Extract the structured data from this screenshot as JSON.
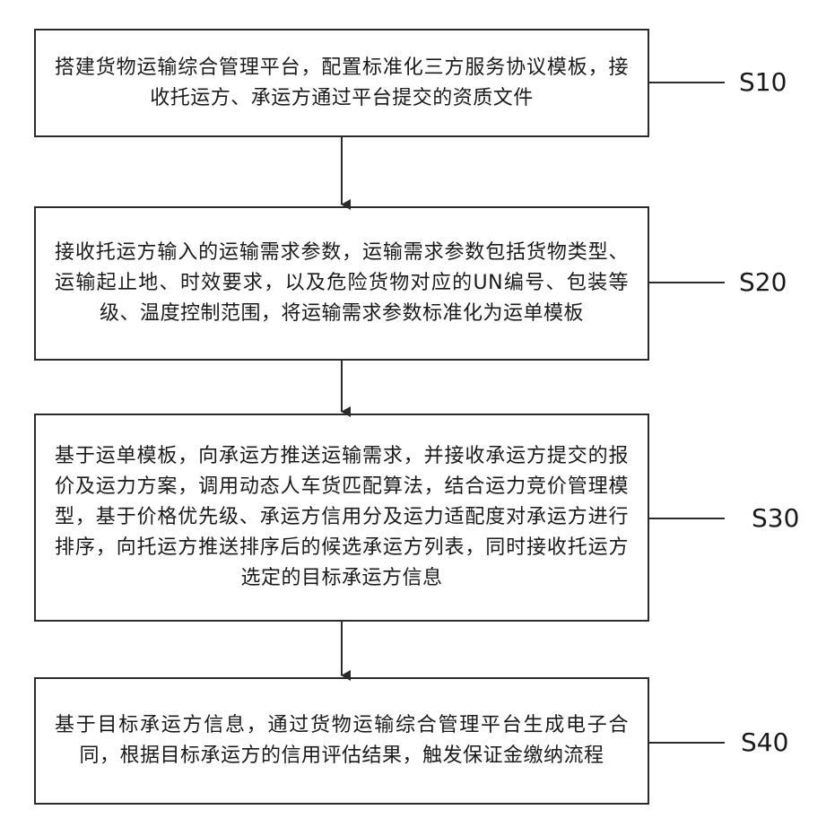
{
  "steps": [
    {
      "id": "S10",
      "label": "S10",
      "text": "搭建货物运输综合管理平台，配置标准化三方服务协议模板，接收托运方、承运方通过平台提交的资质文件"
    },
    {
      "id": "S20",
      "label": "S20",
      "text": "接收托运方输入的运输需求参数，运输需求参数包括货物类型、运输起止地、时效要求，以及危险货物对应的UN编号、包装等级、温度控制范围，将运输需求参数标准化为运单模板"
    },
    {
      "id": "S30",
      "label": "S30",
      "text": "基于运单模板，向承运方推送运输需求，并接收承运方提交的报价及运力方案，调用动态人车货匹配算法，结合运力竞价管理模型，基于价格优先级、承运方信用分及运力适配度对承运方进行排序，向托运方推送排序后的候选承运方列表，同时接收托运方选定的目标承运方信息"
    },
    {
      "id": "S40",
      "label": "S40",
      "text": "基于目标承运方信息，通过货物运输综合管理平台生成电子合同，根据目标承运方的信用评估结果，触发保证金缴纳流程"
    }
  ]
}
